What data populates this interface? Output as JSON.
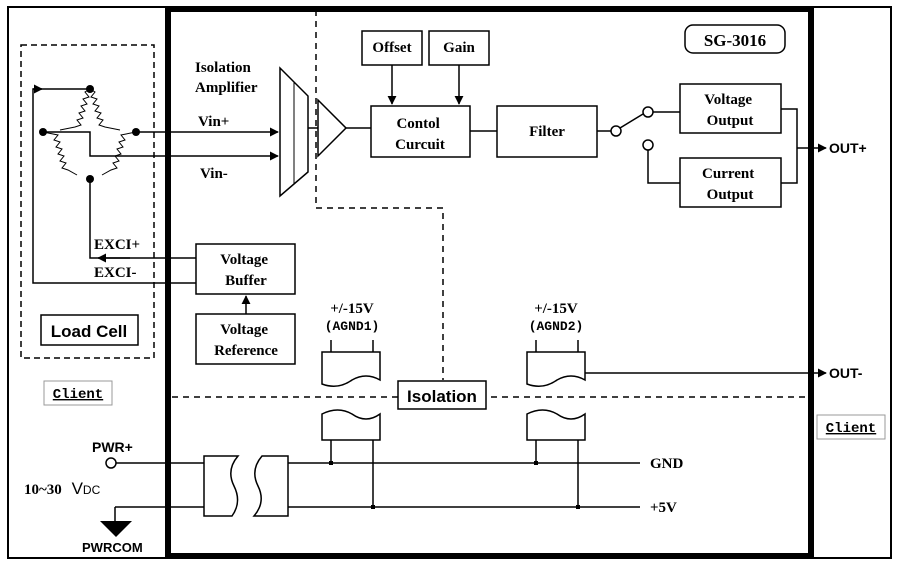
{
  "model": "SG-3016",
  "blocks": {
    "isolation_amplifier": "Isolation\nAmplifier",
    "offset": "Offset",
    "gain": "Gain",
    "control_circuit": "Contol\nCurcuit",
    "filter": "Filter",
    "voltage_output": "Voltage\nOutput",
    "current_output": "Current\nOutput",
    "voltage_buffer": "Voltage\nBuffer",
    "voltage_reference": "Voltage\nReference",
    "load_cell": "Load Cell",
    "isolation": "Isolation",
    "client_left": "Client",
    "client_right": "Client"
  },
  "signals": {
    "vin_plus": "Vin+",
    "vin_minus": "Vin-",
    "exci_plus": "EXCI+",
    "exci_minus": "EXCI-",
    "out_plus": "OUT+",
    "out_minus": "OUT-",
    "supply1": "+/-15V",
    "agnd1": "(AGND1)",
    "supply2": "+/-15V",
    "agnd2": "(AGND2)",
    "gnd": "GND",
    "plus5v": "+5V",
    "pwr_plus": "PWR+",
    "pwrcom": "PWRCOM",
    "voltage_range": "10~30",
    "voltage_unit": "V",
    "voltage_sub": "DC"
  }
}
